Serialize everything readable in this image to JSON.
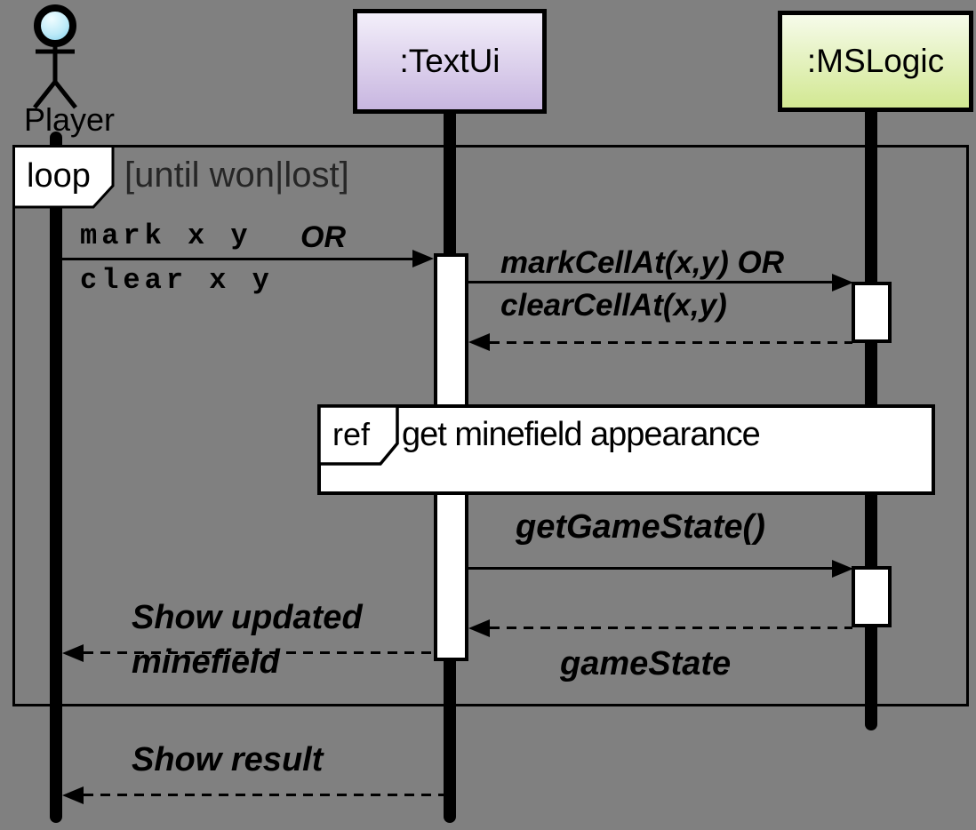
{
  "diagram": {
    "type": "uml-sequence-diagram"
  },
  "colors": {
    "background": "#808080",
    "frame_border": "#000000",
    "textui_box_top": "#f3effa",
    "textui_box_bottom": "#c8b6e0",
    "mslogic_box_top": "#f6fbea",
    "mslogic_box_bottom": "#d2e892",
    "actor_head_light": "#eefcff",
    "actor_head_dark": "#86d3ee",
    "activation_fill": "#ffffff"
  },
  "actor": {
    "label": "Player"
  },
  "lifelines": [
    {
      "id": "textui",
      "label": ":TextUi"
    },
    {
      "id": "mslogic",
      "label": ":MSLogic"
    }
  ],
  "loop": {
    "operator": "loop",
    "guard": "[until won|lost]"
  },
  "ref": {
    "operator": "ref",
    "label": "get minefield appearance"
  },
  "messages": [
    {
      "from": "Player",
      "to": ":TextUi",
      "type": "sync",
      "label_top": "mark x y",
      "label_or": "OR",
      "label_bottom": "clear x y"
    },
    {
      "from": ":TextUi",
      "to": ":MSLogic",
      "type": "sync",
      "label_top": "markCellAt(x,y) OR",
      "label_bottom": "clearCellAt(x,y)"
    },
    {
      "from": ":MSLogic",
      "to": ":TextUi",
      "type": "return",
      "label": ""
    },
    {
      "from": ":TextUi",
      "to": ":MSLogic",
      "type": "sync",
      "label": "getGameState()"
    },
    {
      "from": ":MSLogic",
      "to": ":TextUi",
      "type": "return",
      "label": "gameState"
    },
    {
      "from": ":TextUi",
      "to": "Player",
      "type": "return",
      "label_top": "Show updated",
      "label_bottom": "minefield"
    },
    {
      "from": ":TextUi",
      "to": "Player",
      "type": "return",
      "label": "Show result"
    }
  ]
}
